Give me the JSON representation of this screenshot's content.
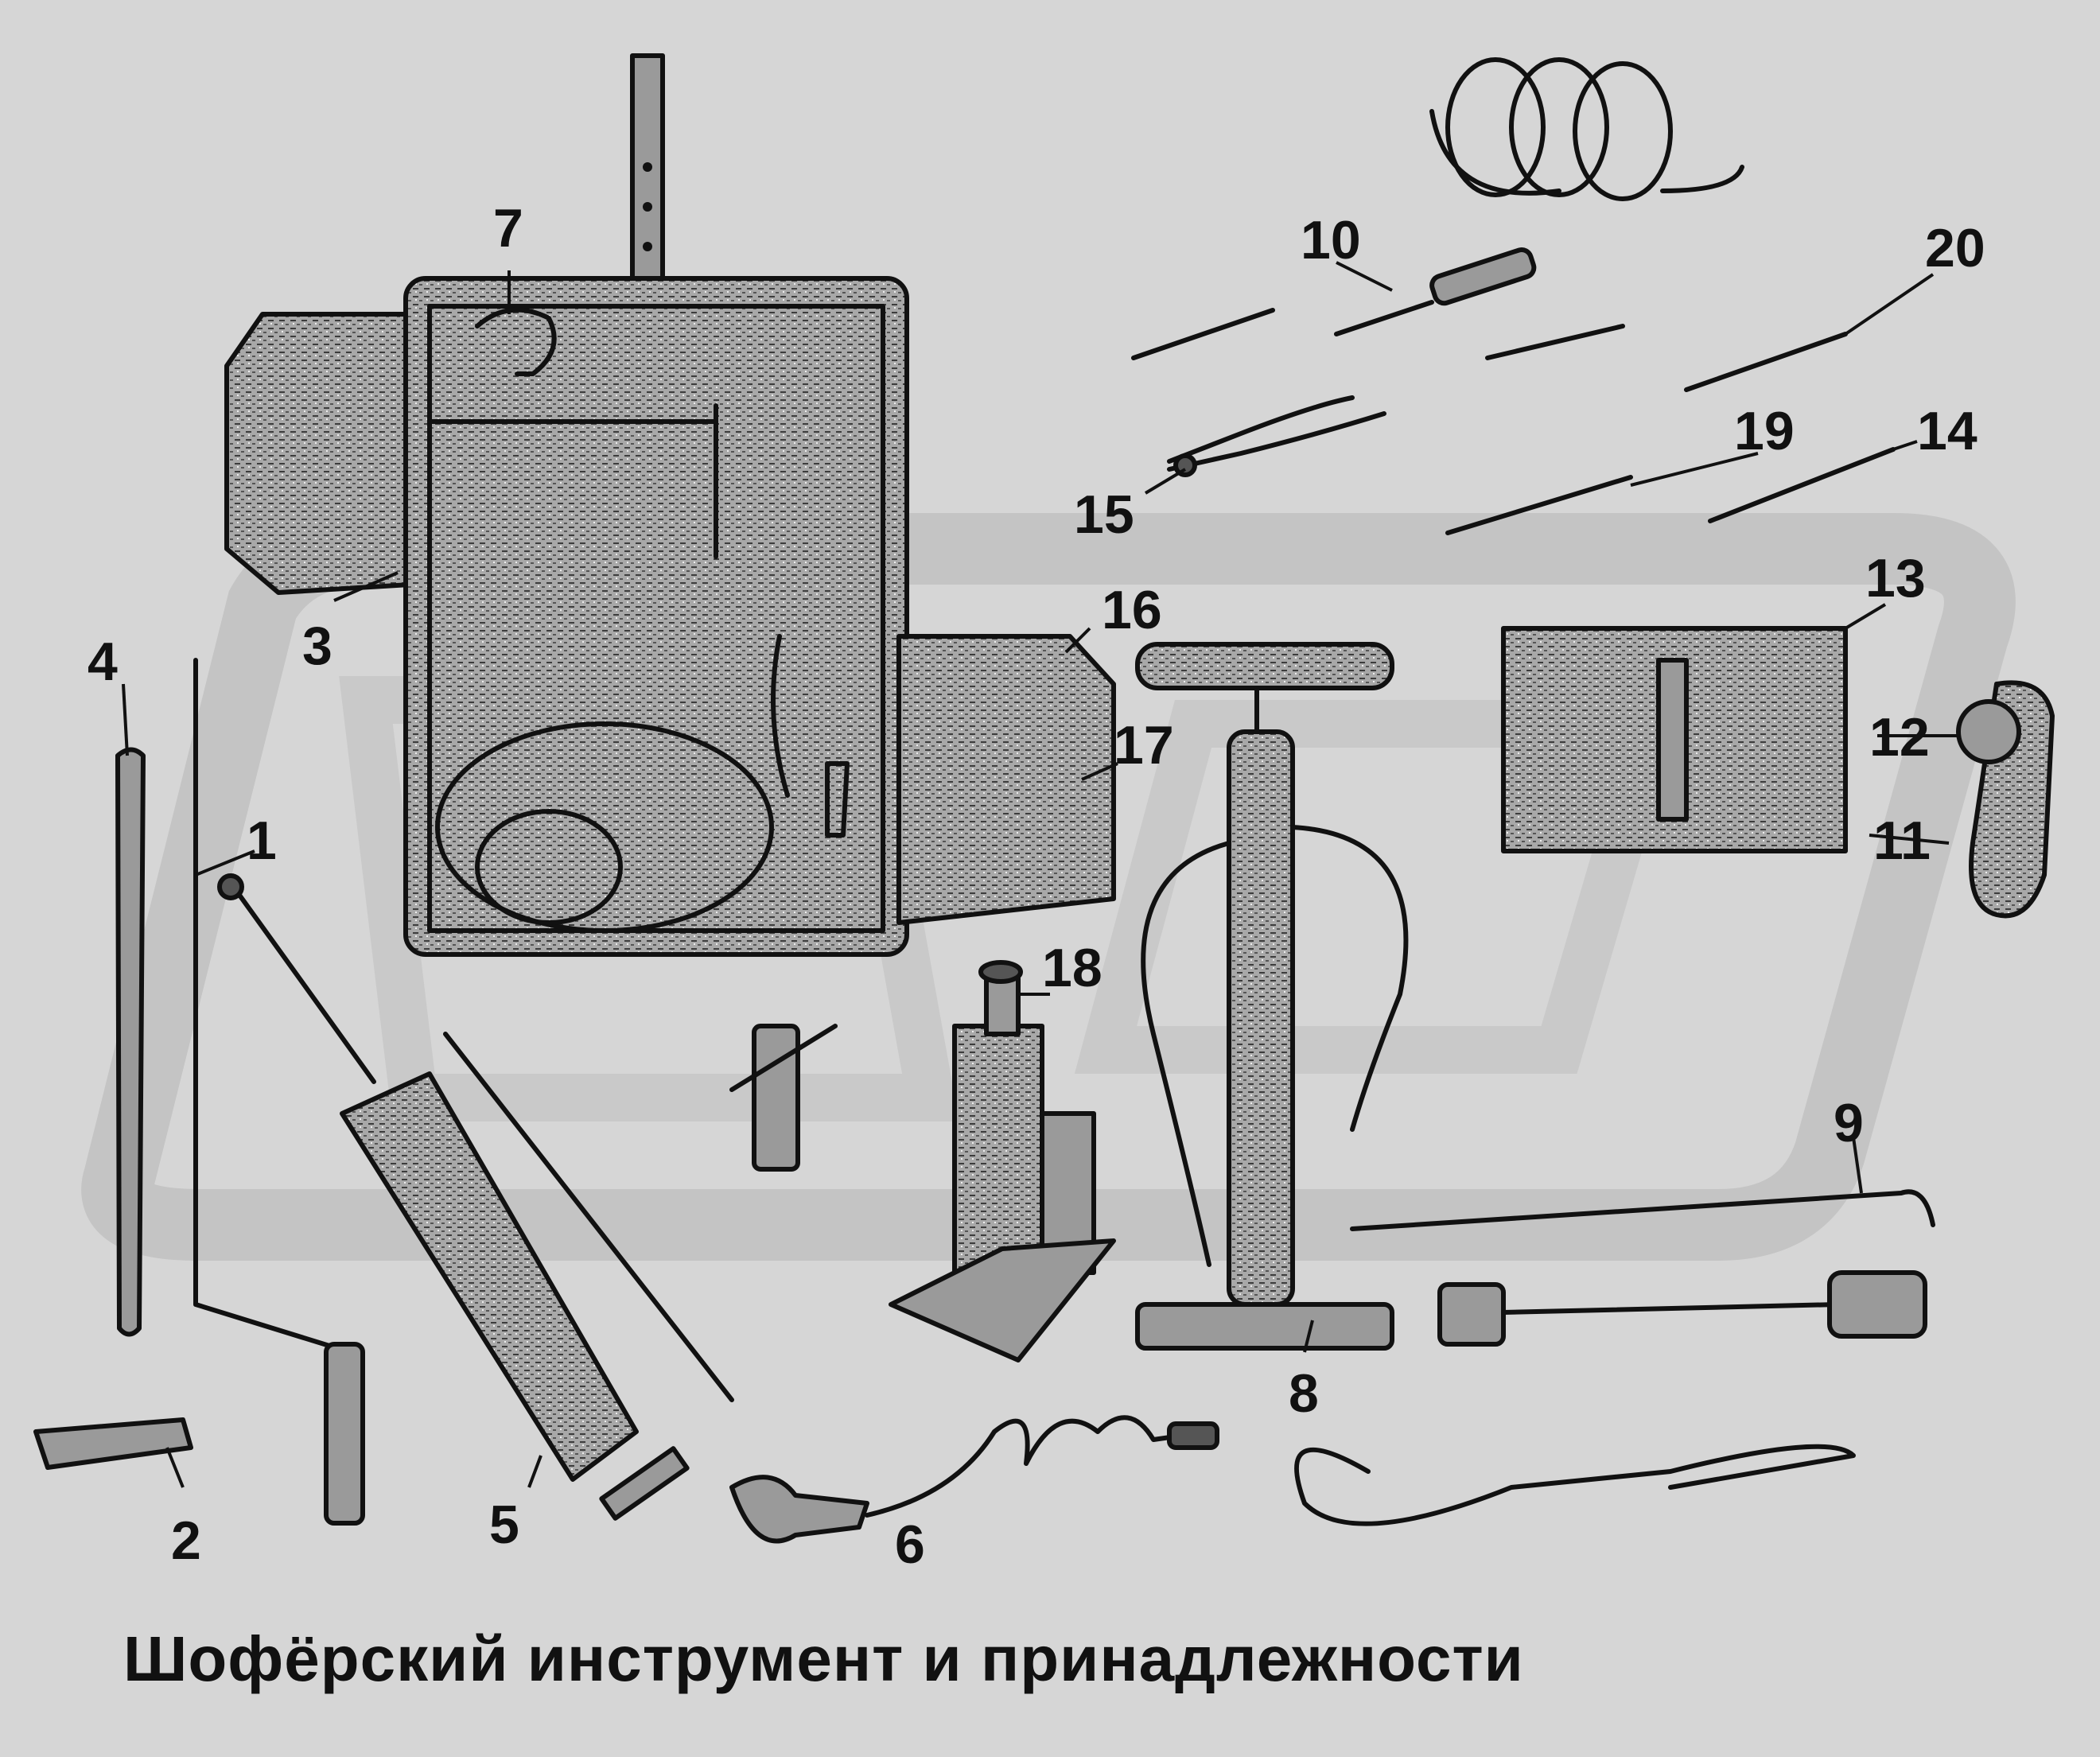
{
  "caption": "Шофёрский инструмент и принадлежности",
  "callouts": {
    "c1": "1",
    "c2": "2",
    "c3": "3",
    "c4": "4",
    "c5": "5",
    "c6": "6",
    "c7": "7",
    "c8": "8",
    "c9": "9",
    "c10": "10",
    "c11": "11",
    "c12": "12",
    "c13": "13",
    "c14": "14",
    "c15": "15",
    "c16": "16",
    "c17": "17",
    "c18": "18",
    "c19": "19",
    "c20": "20"
  },
  "colors": {
    "background": "#d6d6d6",
    "ink": "#111111",
    "watermark": "#c4c4c4"
  }
}
